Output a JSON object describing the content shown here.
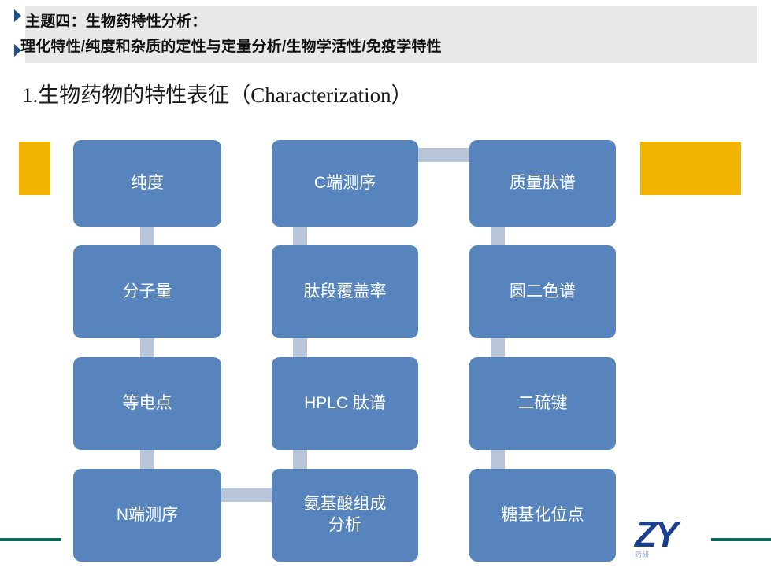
{
  "header": {
    "line1": "主题四：生物药特性分析：",
    "line2": "理化特性/纯度和杂质的定性与定量分析/生物学活性/免疫学特性",
    "bg_color": "#e8e8e8",
    "marker_color": "#1c4f87"
  },
  "section": {
    "title": "1.生物药物的特性表征（Characterization）"
  },
  "decor": {
    "accent_color": "#f2b200",
    "rule_color": "#0d6b5a"
  },
  "footer": {
    "logo_text": "ZY",
    "logo_sub": "药研"
  },
  "chart_data": {
    "type": "diagram",
    "title": "生物药物的特性表征（Characterization）",
    "node_color": "#5784bd",
    "connector_color": "#b9c6da",
    "columns": [
      {
        "name": "column-1",
        "nodes": [
          "纯度",
          "分子量",
          "等电点",
          "N端测序"
        ]
      },
      {
        "name": "column-2",
        "nodes": [
          "C端测序",
          "肽段覆盖率",
          "HPLC 肽谱",
          "氨基酸组成\n分析"
        ]
      },
      {
        "name": "column-3",
        "nodes": [
          "质量肽谱",
          "圆二色谱",
          "二硫键",
          "糖基化位点"
        ]
      }
    ],
    "nodes": [
      {
        "id": "n1",
        "label": "纯度",
        "col": 1,
        "row": 1
      },
      {
        "id": "n2",
        "label": "分子量",
        "col": 1,
        "row": 2
      },
      {
        "id": "n3",
        "label": "等电点",
        "col": 1,
        "row": 3
      },
      {
        "id": "n4",
        "label": "N端测序",
        "col": 1,
        "row": 4
      },
      {
        "id": "n5",
        "label": "C端测序",
        "col": 2,
        "row": 1
      },
      {
        "id": "n6",
        "label": "肽段覆盖率",
        "col": 2,
        "row": 2
      },
      {
        "id": "n7",
        "label": "HPLC 肽谱",
        "col": 2,
        "row": 3
      },
      {
        "id": "n8l",
        "label": "氨基酸组成",
        "col": 2,
        "row": 4
      },
      {
        "id": "n8b",
        "label": "分析",
        "col": 2,
        "row": 4
      },
      {
        "id": "n9",
        "label": "质量肽谱",
        "col": 3,
        "row": 1
      },
      {
        "id": "n10",
        "label": "圆二色谱",
        "col": 3,
        "row": 2
      },
      {
        "id": "n11",
        "label": "二硫键",
        "col": 3,
        "row": 3
      },
      {
        "id": "n12",
        "label": "糖基化位点",
        "col": 3,
        "row": 4
      }
    ],
    "edges": [
      {
        "from": "纯度",
        "to": "分子量",
        "dir": "vertical"
      },
      {
        "from": "分子量",
        "to": "等电点",
        "dir": "vertical"
      },
      {
        "from": "等电点",
        "to": "N端测序",
        "dir": "vertical"
      },
      {
        "from": "N端测序",
        "to": "氨基酸组成分析",
        "dir": "horizontal"
      },
      {
        "from": "氨基酸组成分析",
        "to": "HPLC 肽谱",
        "dir": "vertical"
      },
      {
        "from": "HPLC 肽谱",
        "to": "肽段覆盖率",
        "dir": "vertical"
      },
      {
        "from": "肽段覆盖率",
        "to": "C端测序",
        "dir": "vertical"
      },
      {
        "from": "C端测序",
        "to": "质量肽谱",
        "dir": "horizontal"
      },
      {
        "from": "质量肽谱",
        "to": "圆二色谱",
        "dir": "vertical"
      },
      {
        "from": "圆二色谱",
        "to": "二硫键",
        "dir": "vertical"
      },
      {
        "from": "二硫键",
        "to": "糖基化位点",
        "dir": "vertical"
      }
    ]
  }
}
